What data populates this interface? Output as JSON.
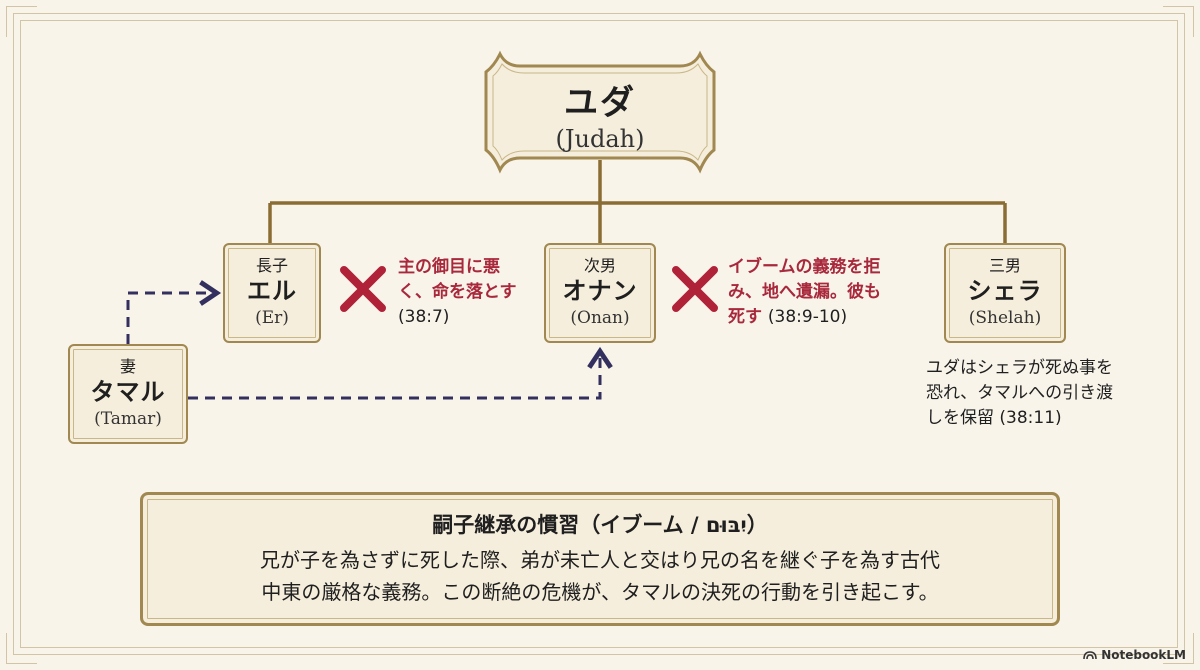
{
  "judah": {
    "name": "ユダ",
    "en": "(Judah)"
  },
  "er": {
    "role": "長子",
    "name": "エル",
    "en": "(Er)"
  },
  "onan": {
    "role": "次男",
    "name": "オナン",
    "en": "(Onan)"
  },
  "shelah": {
    "role": "三男",
    "name": "シェラ",
    "en": "(Shelah)"
  },
  "tamar": {
    "role": "妻",
    "name": "タマル",
    "en": "(Tamar)"
  },
  "er_note": {
    "line1": "主の御目に悪",
    "line2": "く、命を落とす",
    "ref": "(38:7)"
  },
  "onan_note": {
    "line1": "イブームの義務を拒",
    "line2": "み、地へ遺漏。彼も",
    "line3": "死す",
    "ref": "(38:9-10)"
  },
  "shelah_note": {
    "line1": "ユダはシェラが死ぬ事を",
    "line2": "恐れ、タマルへの引き渡",
    "line3": "しを保留 (38:11)"
  },
  "custom": {
    "title": "嗣子継承の慣習（イブーム / יִבּוּם）",
    "line1": "兄が子を為さずに死した際、弟が未亡人と交はり兄の名を継ぐ子を為す古代",
    "line2": "中東の厳格な義務。この断絶の危機が、タマルの決死の行動を引き起こす。"
  },
  "brand": "NotebookLM",
  "colors": {
    "border": "#a08850",
    "box_fill": "#f5eedc",
    "red": "#a8283c",
    "line": "#8a6d32",
    "arrow": "#33305f"
  }
}
